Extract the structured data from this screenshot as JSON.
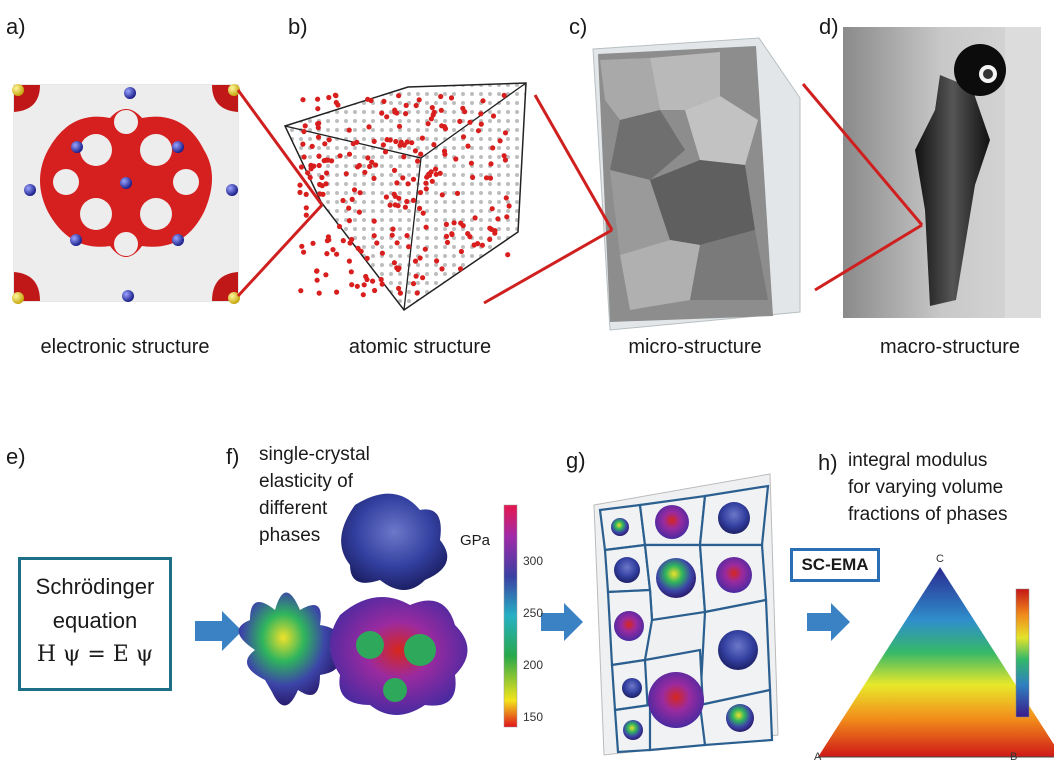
{
  "panels_top": [
    {
      "letter": "a)",
      "caption": "electronic structure"
    },
    {
      "letter": "b)",
      "caption": "atomic structure"
    },
    {
      "letter": "c)",
      "caption": "micro-structure"
    },
    {
      "letter": "d)",
      "caption": "macro-structure"
    }
  ],
  "panel_e": {
    "letter": "e)",
    "box_line1": "Schrödinger",
    "box_line2": "equation",
    "box_eq": "H ψ = E ψ"
  },
  "panel_f": {
    "letter": "f)",
    "text_lines": [
      "single-crystal",
      "elasticity of",
      "different",
      "phases"
    ],
    "unit": "GPa",
    "colorbar_ticks": [
      "300",
      "250",
      "200",
      "150"
    ]
  },
  "panel_g": {
    "letter": "g)"
  },
  "panel_h": {
    "letter": "h)",
    "text_lines": [
      "integral modulus",
      "for varying volume",
      "fractions of phases"
    ],
    "method": "SC-EMA",
    "vertex_a": "A",
    "vertex_b": "B",
    "vertex_c": "C"
  },
  "colors": {
    "connector_red": "#d01f1f",
    "arrow_blue": "#3b82c4",
    "box_teal": "#1d6f87"
  }
}
